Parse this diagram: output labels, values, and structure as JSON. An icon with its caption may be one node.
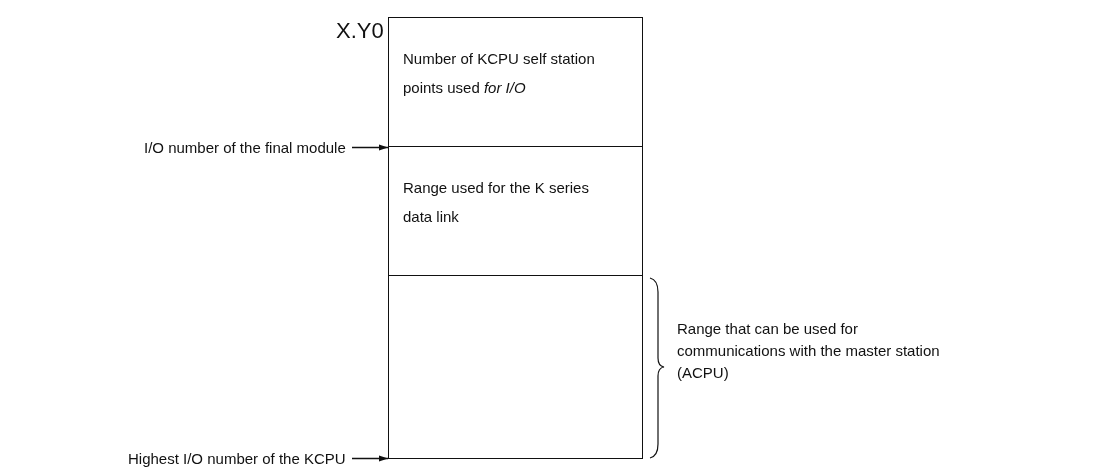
{
  "diagram": {
    "nodes": [
      {
        "text": [
          "Number of KCPU self station points used *for I/O*"
        ],
        "beside": [
          "X.Y0"
        ]
      },
      {
        "text": [
          "Range used for the K series data link"
        ]
      },
      {
        "text": [],
        "shape": "box"
      },
      {
        "text": [
          "I/O number of the final module"
        ]
      },
      {
        "text": [
          "Highest I/O number of the KCPU"
        ]
      }
    ],
    "edges": [
      {
        "from": 3,
        "to": 1,
        "arrow": "to"
      },
      {
        "from": 4,
        "to": 2,
        "arrow": "to"
      }
    ],
    "labels": [
      "Range that can be used for communications with the master station (ACPU)"
    ]
  }
}
